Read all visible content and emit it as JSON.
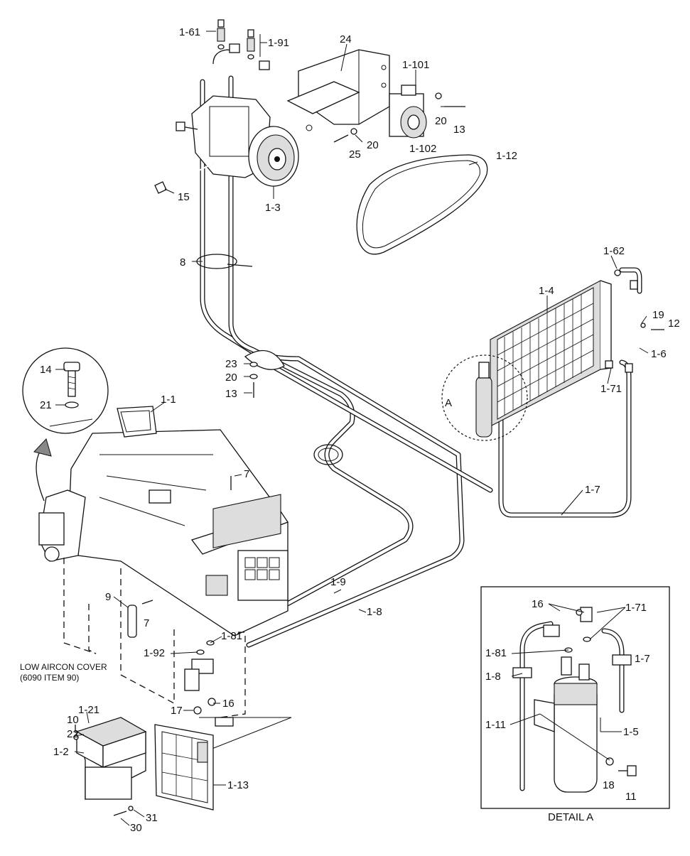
{
  "callouts": {
    "c1_61": "1-61",
    "c1_91": "1-91",
    "c24": "24",
    "c1_101": "1-101",
    "c20a": "20",
    "c13a": "13",
    "c25": "25",
    "c20b": "20",
    "c1_102": "1-102",
    "c1_12": "1-12",
    "c15": "15",
    "c1_3": "1-3",
    "c8": "8",
    "c1_62": "1-62",
    "c1_4": "1-4",
    "c19": "19",
    "c12": "12",
    "c1_6": "1-6",
    "c23": "23",
    "c20c": "20",
    "c13b": "13",
    "c1_71": "1-71",
    "cA": "A",
    "c14": "14",
    "c21": "21",
    "c1_1": "1-1",
    "c7a": "7",
    "c1_7": "1-7",
    "c9": "9",
    "c7b": "7",
    "c1_9": "1-9",
    "c1_8": "1-8",
    "c1_81": "1-81",
    "c1_92": "1-92",
    "c17": "17",
    "c16": "16",
    "c10": "10",
    "c1_21": "1-21",
    "c22": "22",
    "c1_2": "1-2",
    "c1_13": "1-13",
    "c31": "31",
    "c30": "30"
  },
  "cover_note": {
    "line1": "LOW AIRCON COVER",
    "line2": "(6090 ITEM 90)"
  },
  "detail": {
    "title": "DETAIL A",
    "c16": "16",
    "c1_71": "1-71",
    "c1_81": "1-81",
    "c1_7": "1-7",
    "c1_8": "1-8",
    "c1_11": "1-11",
    "c1_5": "1-5",
    "c18": "18",
    "c11": "11"
  }
}
